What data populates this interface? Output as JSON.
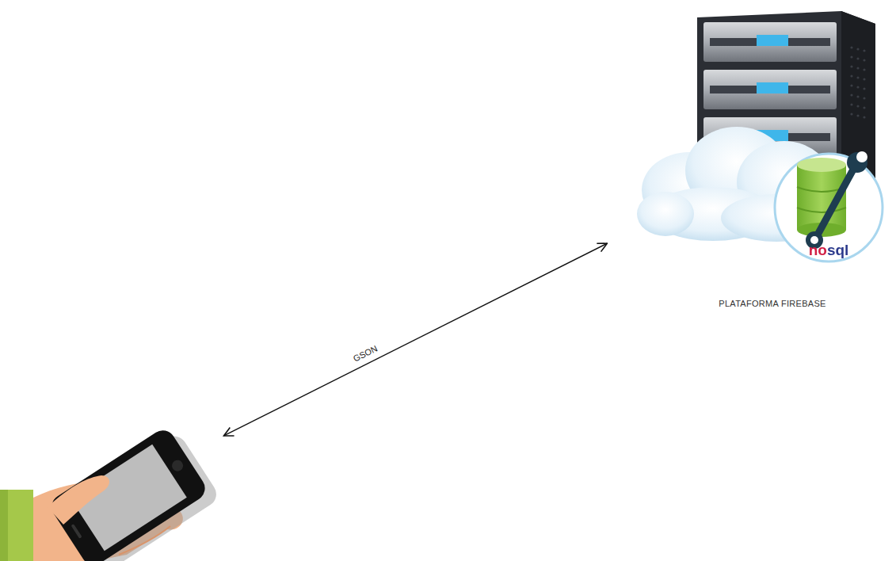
{
  "diagram": {
    "nodes": [
      {
        "text": [
          "PLATAFORMA FIREBASE"
        ]
      },
      {
        "text": []
      }
    ],
    "edges": [
      {
        "from": 1,
        "to": 0,
        "label": "GSON",
        "arrow": "both"
      }
    ],
    "labels": [
      "nosql"
    ]
  }
}
